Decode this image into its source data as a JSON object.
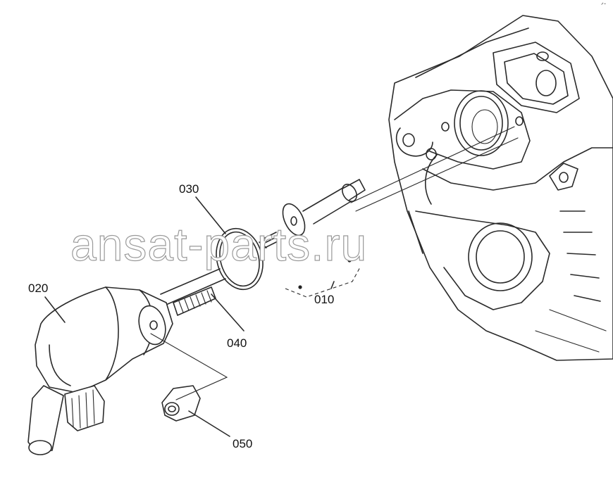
{
  "diagram": {
    "corner_mark": "ᐟᐨ",
    "watermark": "ansat-parts.ru",
    "callouts": [
      {
        "id": "010",
        "label": "010"
      },
      {
        "id": "020",
        "label": "020"
      },
      {
        "id": "030",
        "label": "030"
      },
      {
        "id": "040",
        "label": "040"
      },
      {
        "id": "050",
        "label": "050"
      }
    ]
  }
}
